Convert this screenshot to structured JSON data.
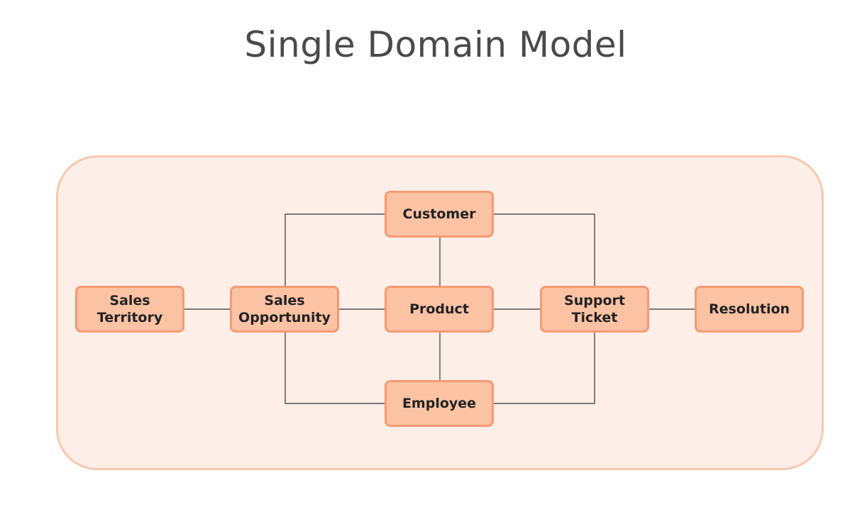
{
  "title": "Single Domain Model",
  "entities": {
    "sales_territory": "Sales\nTerritory",
    "sales_opportunity": "Sales\nOpportunity",
    "customer": "Customer",
    "product": "Product",
    "employee": "Employee",
    "support_ticket": "Support\nTicket",
    "resolution": "Resolution"
  },
  "colors": {
    "container_fill": "#fdeee8",
    "container_border": "#f8c8b0",
    "entity_fill": "#fbc2a4",
    "entity_border": "#f59a73",
    "connector": "#333333",
    "title_text": "#4a4a4a"
  }
}
